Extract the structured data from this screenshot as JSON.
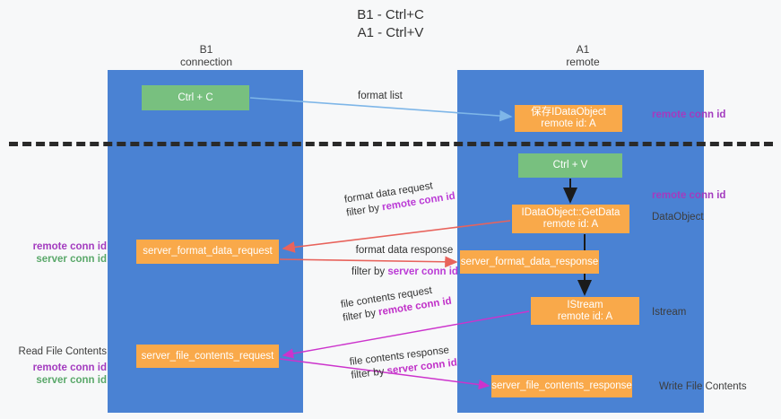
{
  "title": "B1 - Ctrl+C\nA1 - Ctrl+V",
  "columns": {
    "left": {
      "header": "B1\nconnection"
    },
    "right": {
      "header": "A1\nremote"
    }
  },
  "nodes": {
    "ctrl_c": {
      "label": "Ctrl + C",
      "color": "#78c07f"
    },
    "idataobject_store": {
      "label": "保存IDataObject\nremote id: A",
      "color": "#f9a94a"
    },
    "ctrl_v": {
      "label": "Ctrl + V",
      "color": "#78c07f"
    },
    "getdata": {
      "label": "IDataObject::GetData\nremote id: A",
      "color": "#f9a94a"
    },
    "server_format_data_request": {
      "label": "server_format_data_request",
      "color": "#f9a94a"
    },
    "server_format_data_response": {
      "label": "server_format_data_response",
      "color": "#f9a94a"
    },
    "istream": {
      "label": "IStream\nremote id: A",
      "color": "#f9a94a"
    },
    "server_file_contents_request": {
      "label": "server_file_contents_request",
      "color": "#f9a94a"
    },
    "server_file_contents_response": {
      "label": "server_file_contents_response",
      "color": "#f9a94a"
    }
  },
  "edges": {
    "format_list": {
      "label": "format list"
    },
    "format_data_request": {
      "label": "format data request",
      "filter_prefix": "filter by ",
      "filter_key": "remote conn id"
    },
    "format_data_response": {
      "label": "format data response",
      "filter_prefix": "filter by ",
      "filter_key": "server conn id"
    },
    "file_contents_request": {
      "label": "file contents request",
      "filter_prefix": "filter by ",
      "filter_key": "remote conn id"
    },
    "file_contents_response": {
      "label": "file contents response",
      "filter_prefix": "filter by ",
      "filter_key": "server conn id"
    }
  },
  "side_notes": {
    "remote_conn_id_top": "remote conn id",
    "remote_conn_id_mid": "remote conn id",
    "dataobject": "DataObject",
    "istream": "Istream",
    "write_file_contents": "Write File Contents"
  },
  "left_notes": {
    "conn_remote_1": "remote conn id",
    "conn_server_1": "server conn id",
    "read_file_contents": "Read File Contents",
    "conn_remote_2": "remote conn id",
    "conn_server_2": "server conn id"
  },
  "colors": {
    "lane": "#4a82d3",
    "green_node": "#78c07f",
    "orange_node": "#f9a94a",
    "remote_conn_id": "#a33bbf",
    "server_conn_id": "#5aa86a",
    "arrow_blue": "#7eb6e8",
    "arrow_red": "#e8635c",
    "arrow_magenta": "#cc33cc",
    "arrow_black": "#1a1a1a",
    "divider": "#2a2a2a"
  }
}
